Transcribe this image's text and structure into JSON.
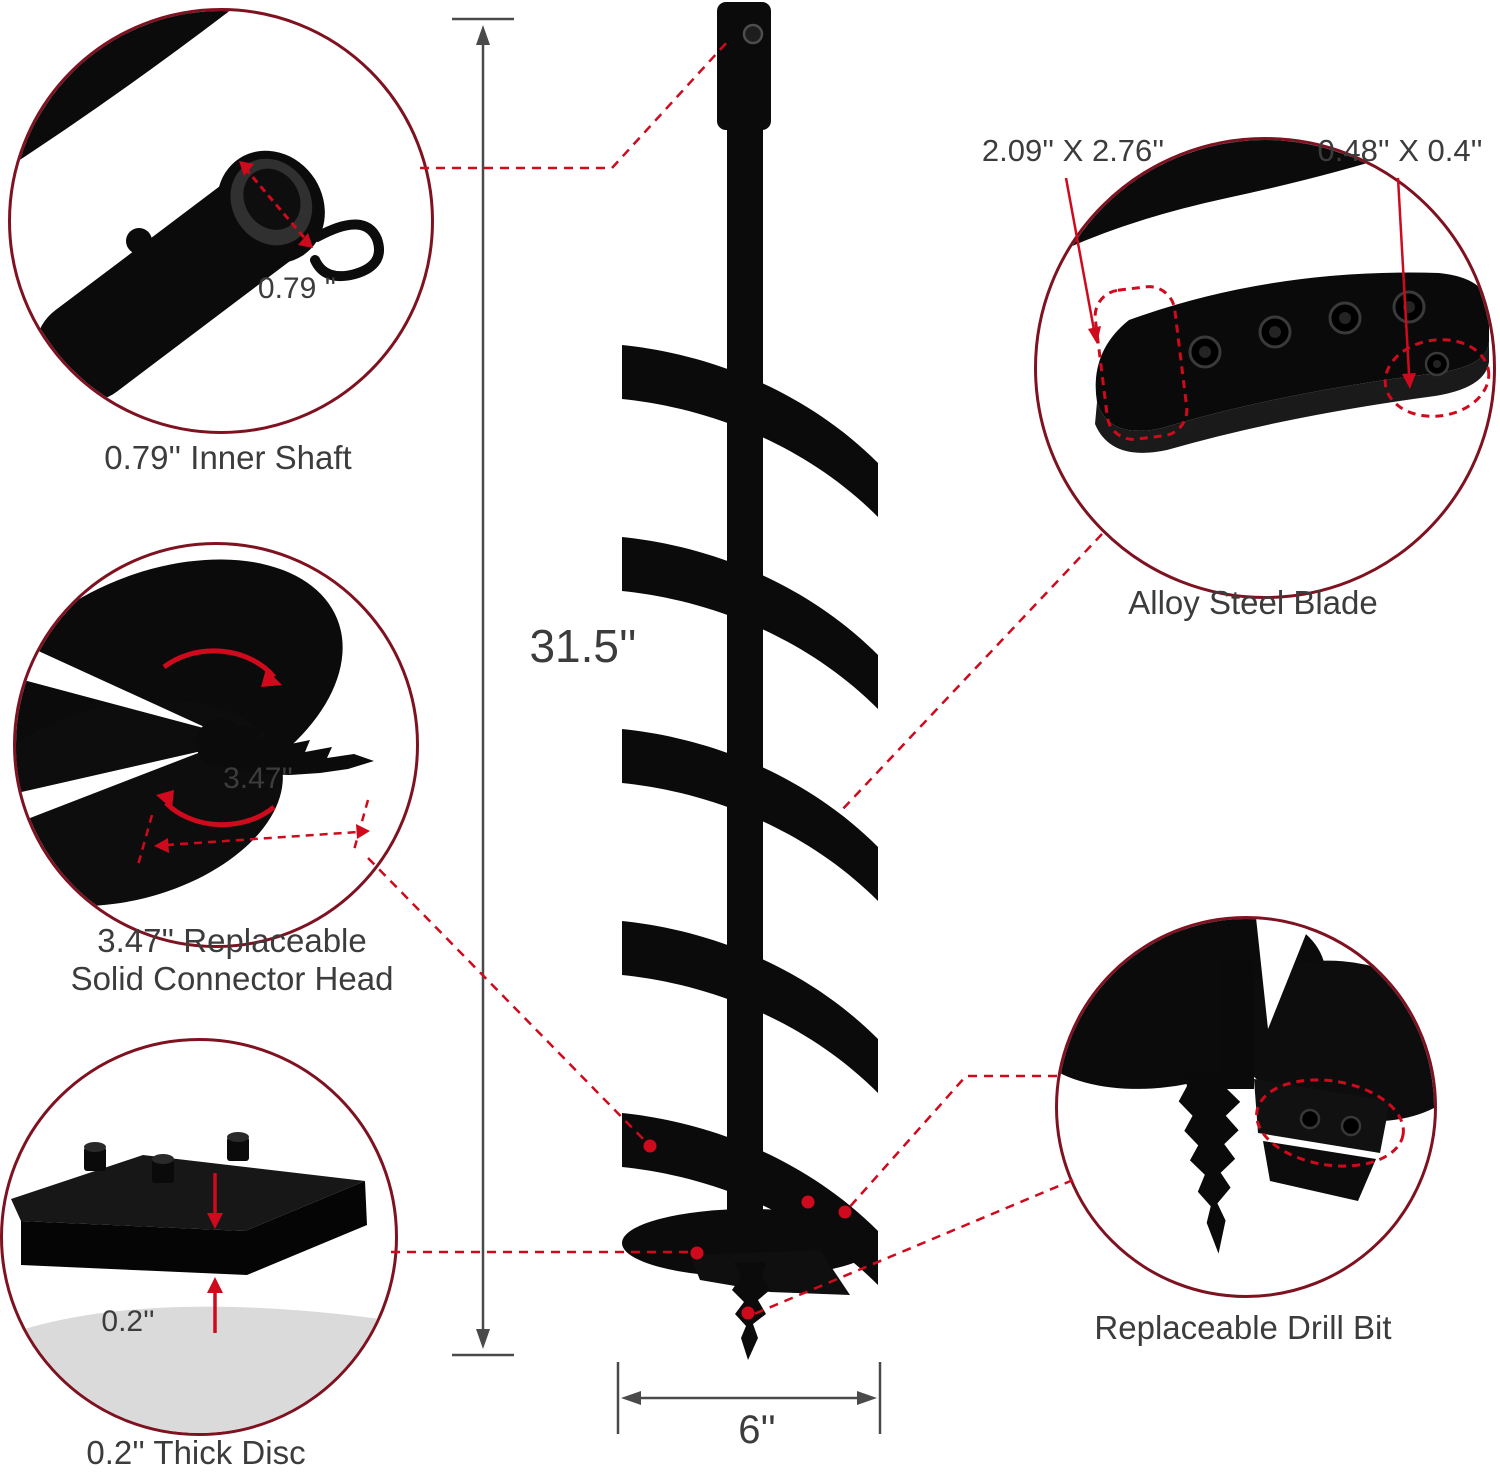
{
  "diagram": {
    "dimensions": {
      "length": "31.5''",
      "diameter": "6''"
    },
    "callouts": {
      "inner_shaft": {
        "caption": "0.79'' Inner Shaft",
        "measure": "0.79 ''"
      },
      "connector_head": {
        "caption_line1": "3.47'' Replaceable",
        "caption_line2": "Solid Connector Head",
        "measure": "3.47''"
      },
      "thick_disc": {
        "caption": "0.2'' Thick Disc",
        "measure": "0.2''"
      },
      "alloy_blade": {
        "caption": "Alloy Steel Blade",
        "measure_plate": "2.09'' X 2.76''",
        "measure_corner": "0.48'' X 0.4''"
      },
      "drill_bit": {
        "caption": "Replaceable Drill Bit"
      }
    },
    "colors": {
      "accent_red": "#cf0a1d",
      "circle_border": "#7e1220",
      "text": "#3c3c3c",
      "product_black": "#0b0b0b"
    }
  }
}
